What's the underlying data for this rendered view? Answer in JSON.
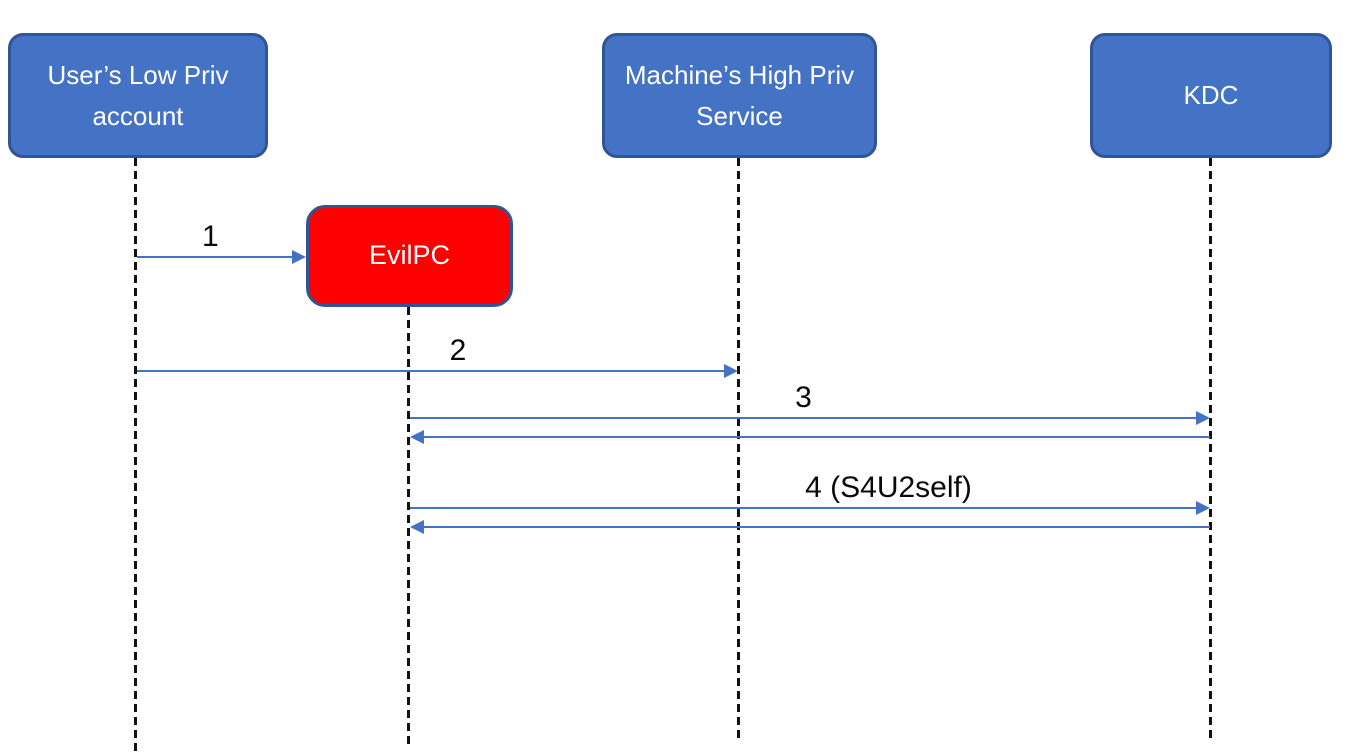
{
  "diagram": {
    "type": "sequence-diagram",
    "colors": {
      "actor_fill": "#4472C4",
      "actor_border": "#2F5597",
      "evil_fill": "#FF0000",
      "arrow": "#4472C4",
      "lifeline": "#111111",
      "actor_text": "#FFFFFF",
      "message_text": "#0A0A0A"
    },
    "actors": [
      {
        "id": "user",
        "label": "User’s Low Priv account"
      },
      {
        "id": "machine",
        "label": "Machine’s High Priv Service"
      },
      {
        "id": "kdc",
        "label": "KDC"
      }
    ],
    "evil_node": {
      "id": "evilpc",
      "label": "EvilPC"
    },
    "messages": [
      {
        "label": "1",
        "from": "user",
        "to": "evilpc",
        "reply": false
      },
      {
        "label": "2",
        "from": "user",
        "to": "machine",
        "reply": false
      },
      {
        "label": "3",
        "from": "evilpc",
        "to": "kdc",
        "reply": true
      },
      {
        "label": "4 (S4U2self)",
        "from": "evilpc",
        "to": "kdc",
        "reply": true
      }
    ]
  }
}
